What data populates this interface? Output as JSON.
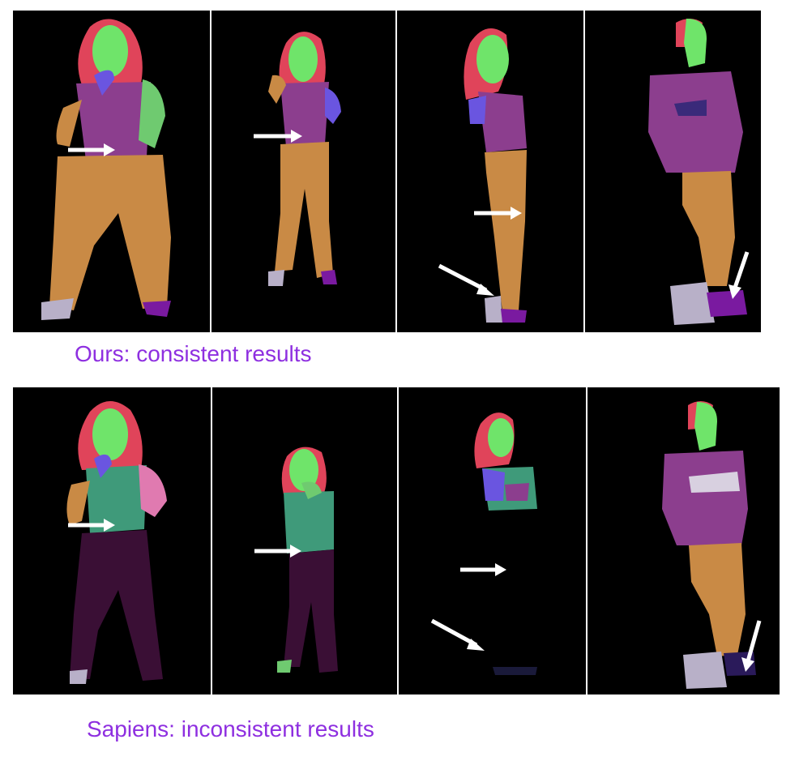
{
  "rows": [
    {
      "id": "ours",
      "caption": "Ours: consistent results",
      "panels": [
        {
          "label_color": "torso-consistent"
        },
        {
          "label_color": "torso-consistent"
        },
        {
          "label_color": "torso-consistent"
        },
        {
          "label_color": "torso-consistent"
        }
      ]
    },
    {
      "id": "sapiens",
      "caption": "Sapiens: inconsistent results",
      "panels": [
        {
          "label_color": "torso-inconsistent"
        },
        {
          "label_color": "torso-inconsistent"
        },
        {
          "label_color": "torso-inconsistent"
        },
        {
          "label_color": "torso-inconsistent"
        }
      ]
    }
  ],
  "colors": {
    "caption": "#8e2fe0",
    "hair": "#e0445a",
    "face": "#6fe46a",
    "shirt": "#8c3e8e",
    "pants": "#c98a45",
    "dark_pants": "#3a0f35",
    "shoe_left": "#b8b0c8",
    "shoe_right": "#7a1aa0",
    "arm_blue": "#6a55e0",
    "arm_green": "#6fca70",
    "teal": "#3f9a7a",
    "pink": "#e07ab0",
    "background": "#000000",
    "arrow": "#ffffff"
  }
}
